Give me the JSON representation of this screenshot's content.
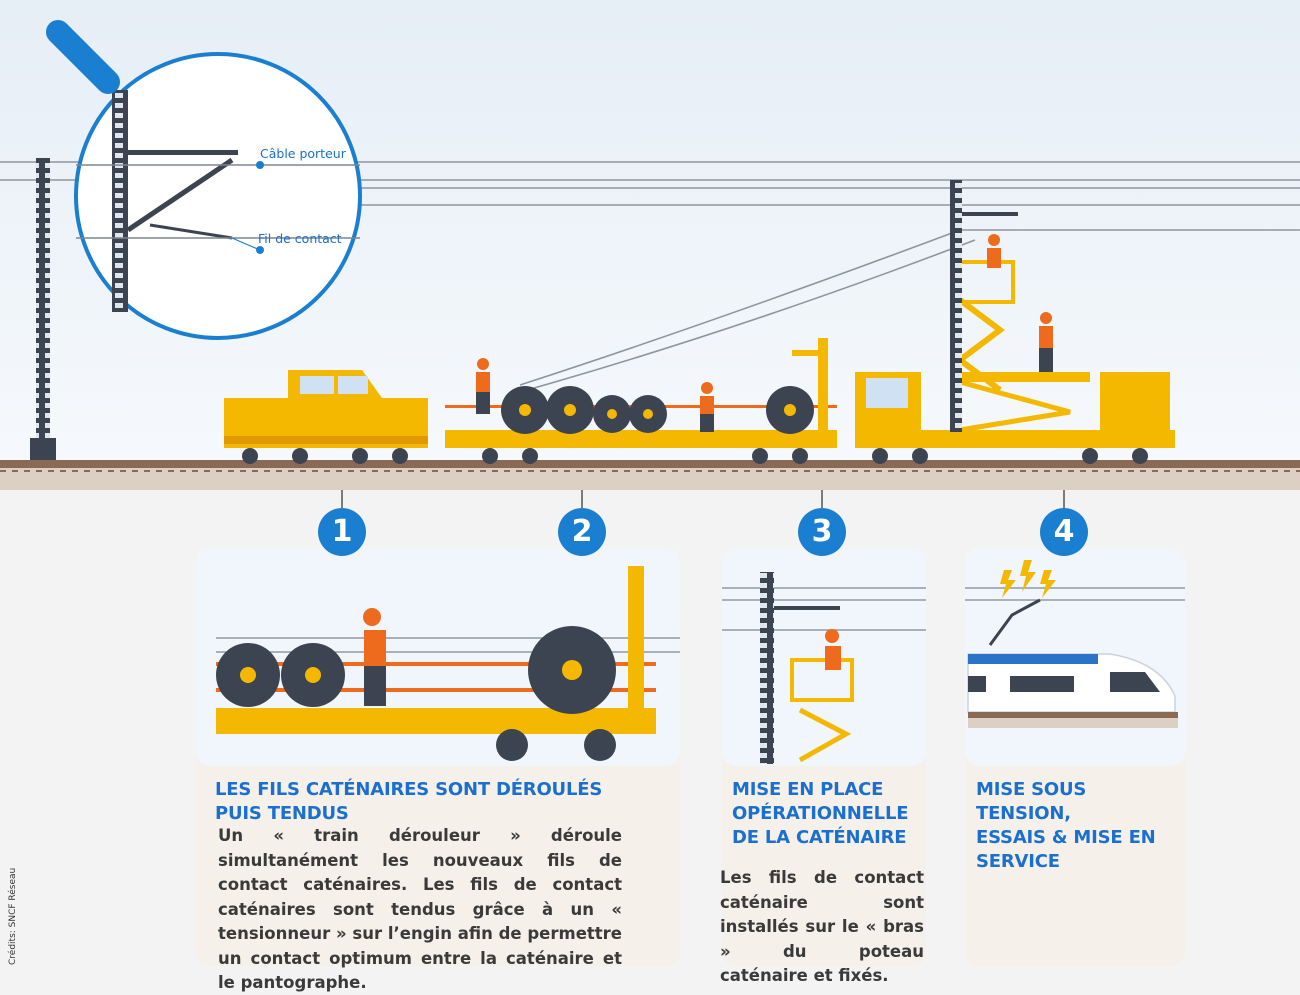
{
  "callout": {
    "cable_porteur": "Câble porteur",
    "fil_de_contact": "Fil de contact"
  },
  "steps": [
    {
      "number": "1"
    },
    {
      "number": "2"
    },
    {
      "number": "3"
    },
    {
      "number": "4"
    }
  ],
  "panels": {
    "p1": {
      "title_line1": "LES FILS CATÉNAIRES SONT DÉROULÉS",
      "title_line2": "PUIS TENDUS",
      "body": "Un « train dérouleur » déroule simultanément les nouveaux fils de contact caténaires. Les fils de contact caténaires sont tendus grâce à un « tensionneur » sur l’engin afin de permettre un contact optimum entre la caténaire et le pantographe."
    },
    "p2": {
      "title_line1": "MISE EN PLACE",
      "title_line2": "OPÉRATIONNELLE",
      "title_line3": "DE LA CATÉNAIRE",
      "body": "Les fils de contact caténaire sont installés sur le « bras » du poteau caténaire et fixés."
    },
    "p3": {
      "title_line1": "MISE SOUS TENSION,",
      "title_line2": "ESSAIS & MISE EN",
      "title_line3": "SERVICE"
    }
  },
  "credit": "Crédits: SNCF Réseau",
  "colors": {
    "accent_blue": "#1a7fd0",
    "title_blue": "#1a6fcf",
    "yellow": "#f5b800",
    "orange": "#ee6a1c",
    "rail_brown": "#8a6a55"
  }
}
